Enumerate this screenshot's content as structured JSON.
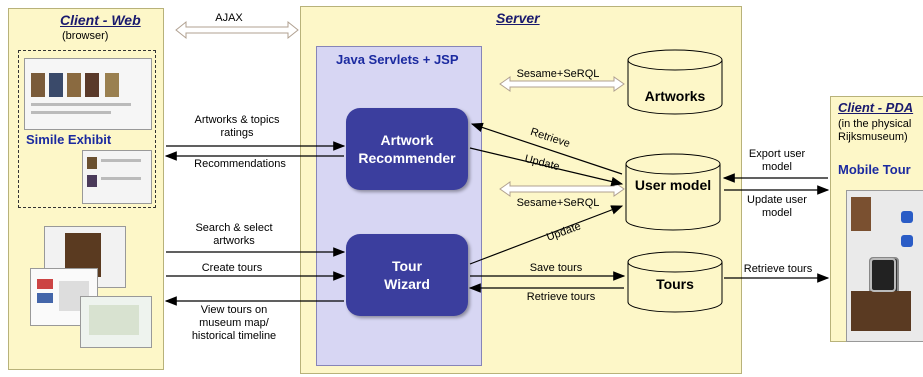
{
  "client_web": {
    "title": "Client - Web",
    "subtitle": "(browser)",
    "exhibit_label": "Simile Exhibit"
  },
  "ajax_label": "AJAX",
  "server": {
    "title": "Server",
    "servlets_label": "Java Servlets + JSP"
  },
  "nodes": {
    "artwork_recommender": "Artwork Recommender",
    "tour_wizard": "Tour Wizard"
  },
  "databases": {
    "artworks": "Artworks",
    "user_model": "User model",
    "tours": "Tours"
  },
  "client_pda": {
    "title": "Client - PDA",
    "subtitle_line1": "(in the physical",
    "subtitle_line2": "Rijksmuseum)",
    "mobile_label": "Mobile Tour"
  },
  "edges": {
    "artworks_topics": "Artworks & topics ratings",
    "recommendations": "Recommendations",
    "search_select": "Search & select artworks",
    "create_tours": "Create tours",
    "view_tours": "View tours on museum map/ historical timeline",
    "sesame_top": "Sesame+SeRQL",
    "sesame_mid": "Sesame+SeRQL",
    "retrieve": "Retrieve",
    "update_1": "Update",
    "update_2": "Update",
    "save_tours": "Save tours",
    "retrieve_tours_left": "Retrieve tours",
    "export_user_model": "Export user model",
    "update_user_model": "Update user model",
    "retrieve_tours_right": "Retrieve tours"
  }
}
